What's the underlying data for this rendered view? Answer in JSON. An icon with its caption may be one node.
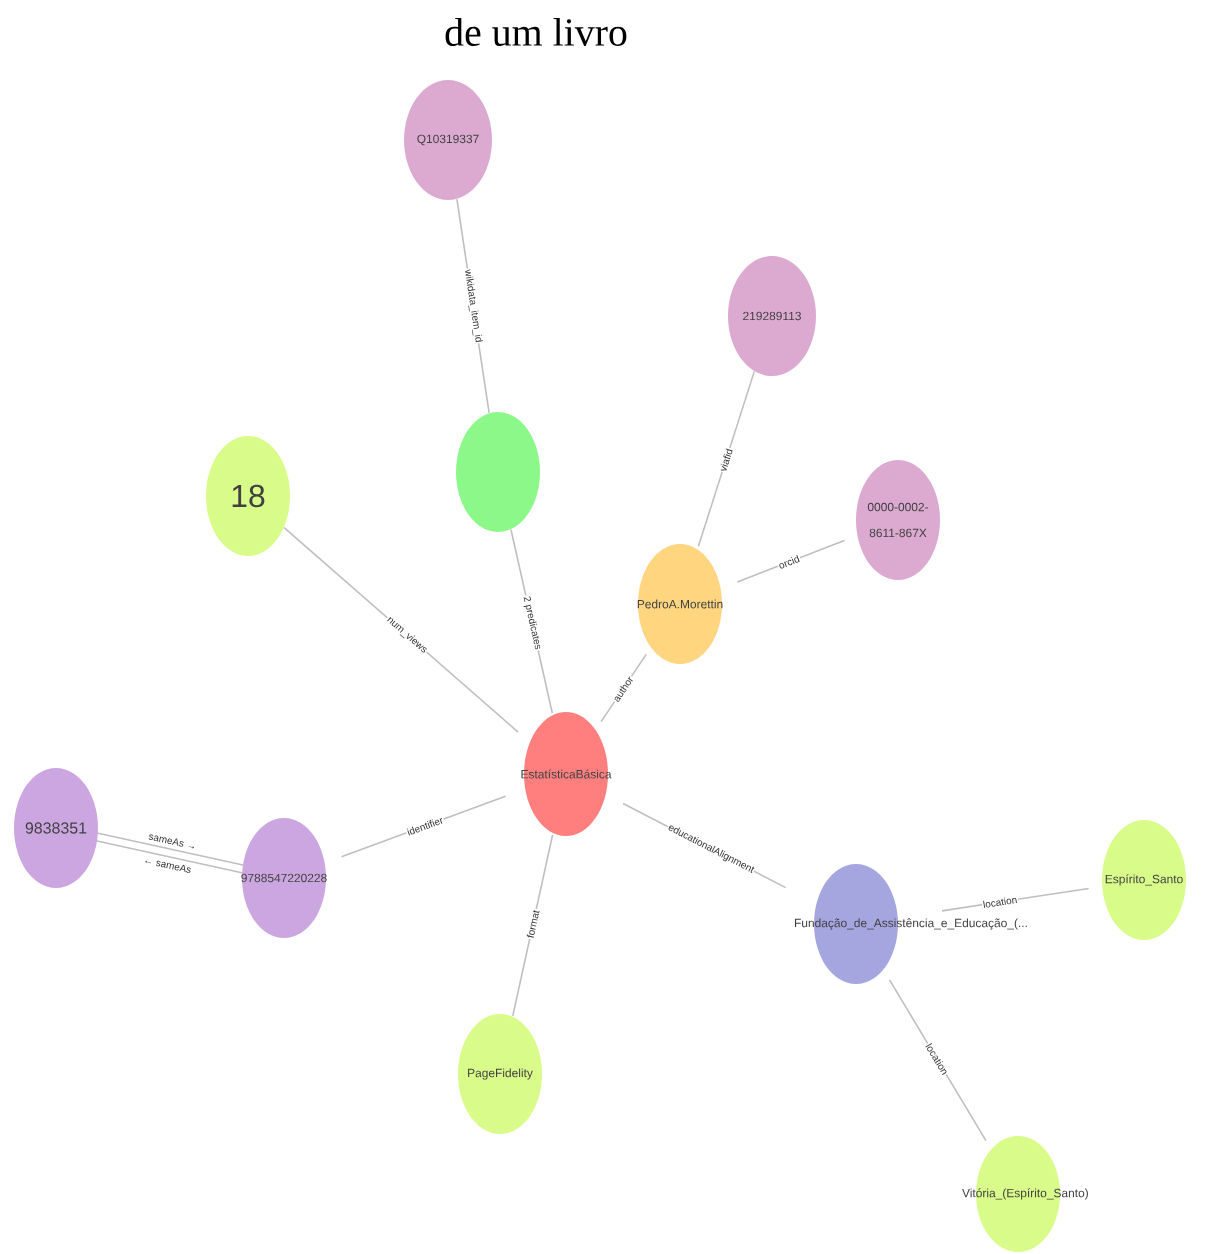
{
  "diagram": {
    "title": "de um livro",
    "nodes": [
      {
        "text": [
          "Q10319337"
        ]
      },
      {
        "text": [
          "219289113"
        ]
      },
      {
        "text": [
          "18"
        ]
      },
      {
        "text": [],
        "shape": "circle"
      },
      {
        "text": [
          "PedroA.Morettin"
        ]
      },
      {
        "text": [
          "0000-0002-8611-867X"
        ]
      },
      {
        "text": [
          "EstatísticaBásica"
        ]
      },
      {
        "text": [
          "9838351"
        ]
      },
      {
        "text": [
          "9788547220228"
        ]
      },
      {
        "text": [
          "Fundação_de_Assistência_e_Educação_(..."
        ]
      },
      {
        "text": [
          "Espírito_Santo"
        ]
      },
      {
        "text": [
          "PageFidelity"
        ]
      },
      {
        "text": [
          "Vitória_(Espírito_Santo)"
        ]
      }
    ],
    "edges": [
      {
        "from": 3,
        "to": 0,
        "arrow": "none",
        "label": "wikidata_item_id"
      },
      {
        "from": 4,
        "to": 1,
        "arrow": "none",
        "label": "viafid"
      },
      {
        "from": 4,
        "to": 5,
        "arrow": "none",
        "label": "orcid"
      },
      {
        "from": 6,
        "to": 2,
        "arrow": "none",
        "label": "num_views"
      },
      {
        "from": 6,
        "to": 3,
        "arrow": "none",
        "label": "2 predicates"
      },
      {
        "from": 6,
        "to": 4,
        "arrow": "none",
        "label": "author"
      },
      {
        "from": 6,
        "to": 8,
        "arrow": "none",
        "label": "identifier"
      },
      {
        "from": 7,
        "to": 8,
        "arrow": "none",
        "label": "sameAs →"
      },
      {
        "from": 8,
        "to": 7,
        "arrow": "none",
        "label": "← sameAs"
      },
      {
        "from": 6,
        "to": 11,
        "arrow": "none",
        "label": "format"
      },
      {
        "from": 6,
        "to": 9,
        "arrow": "none",
        "label": "educationalAlignment"
      },
      {
        "from": 9,
        "to": 10,
        "arrow": "none",
        "label": "location"
      },
      {
        "from": 9,
        "to": 12,
        "arrow": "none",
        "label": "location"
      }
    ]
  }
}
